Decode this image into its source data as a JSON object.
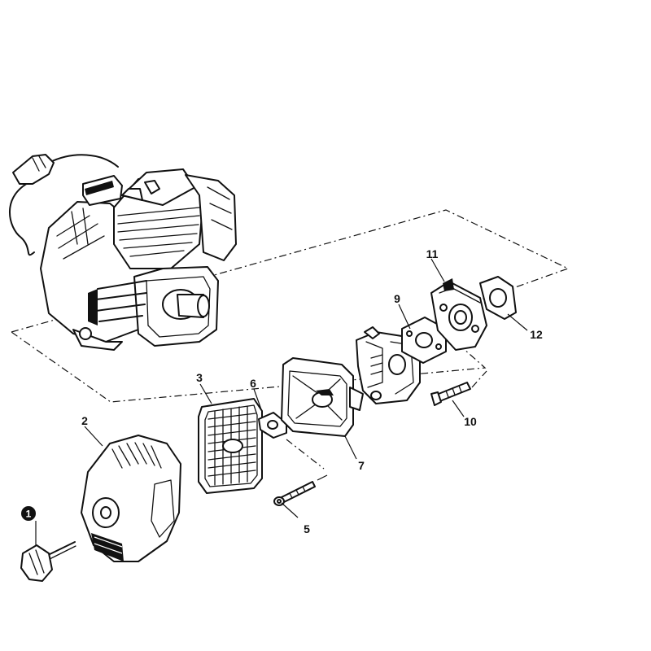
{
  "diagram": {
    "callouts": {
      "c1": "1",
      "c2": "2",
      "c3": "3",
      "c5": "5",
      "c6": "6",
      "c7": "7",
      "c9": "9",
      "c10": "10",
      "c11": "11",
      "c12": "12"
    },
    "colors": {
      "ink": "#111111",
      "paper": "#ffffff"
    }
  }
}
